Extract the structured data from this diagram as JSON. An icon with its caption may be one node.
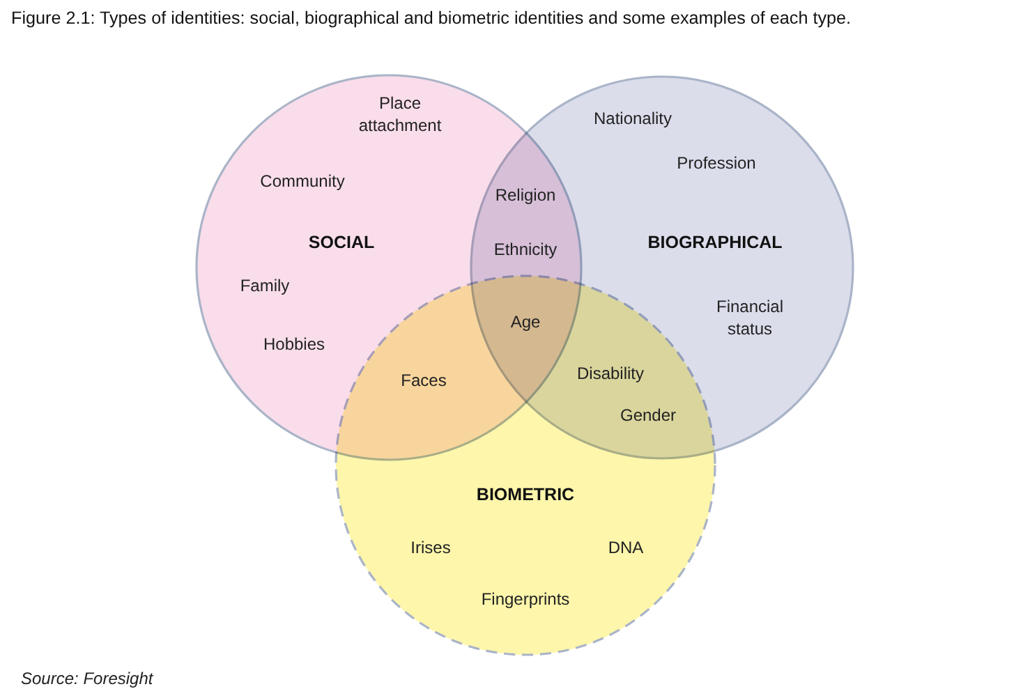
{
  "diagram": {
    "title": "Figure 2.1: Types of identities: social, biographical and biometric identities and some examples of each type.",
    "caption": "Source: Foresight",
    "nodes": [
      {
        "text": [
          "SOCIAL",
          "Place attachment",
          "Community",
          "Family",
          "Hobbies"
        ]
      },
      {
        "text": [
          "BIOGRAPHICAL",
          "Nationality",
          "Profession",
          "Financial status"
        ]
      },
      {
        "text": [
          "BIOMETRIC",
          "Irises",
          "DNA",
          "Fingerprints"
        ]
      }
    ],
    "edges": [],
    "labels": [
      "Religion",
      "Ethnicity",
      "Age",
      "Faces",
      "Disability",
      "Gender"
    ]
  }
}
